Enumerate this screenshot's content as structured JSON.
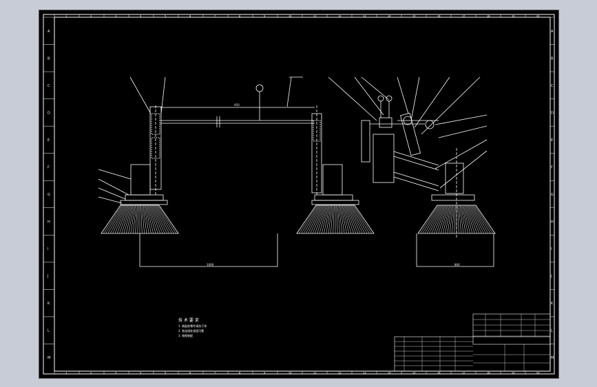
{
  "app": {
    "canvas_background": "#000000",
    "window_background": "#c8ccd6",
    "line_color": "#ffffff"
  },
  "drawing": {
    "border_rows_left": [
      "A",
      "B",
      "C",
      "D",
      "E",
      "F",
      "G",
      "H",
      "I",
      "J",
      "K",
      "L",
      "M"
    ],
    "border_cols_bottom": [
      "1",
      "2",
      "3",
      "4",
      "5",
      "6",
      "7",
      "8",
      "9",
      "10",
      "11",
      "12",
      "13",
      "14",
      "15",
      "16",
      "17",
      "18",
      "19",
      "20"
    ],
    "tech_requirements": {
      "title": "技 术 要 求",
      "items": [
        "1. 装配前零件清洗干净",
        "2. 各连接处紧固可靠",
        "3. 按图装配"
      ]
    },
    "dimension_left": "1000",
    "dimension_right": "800",
    "dimension_top": "450"
  }
}
